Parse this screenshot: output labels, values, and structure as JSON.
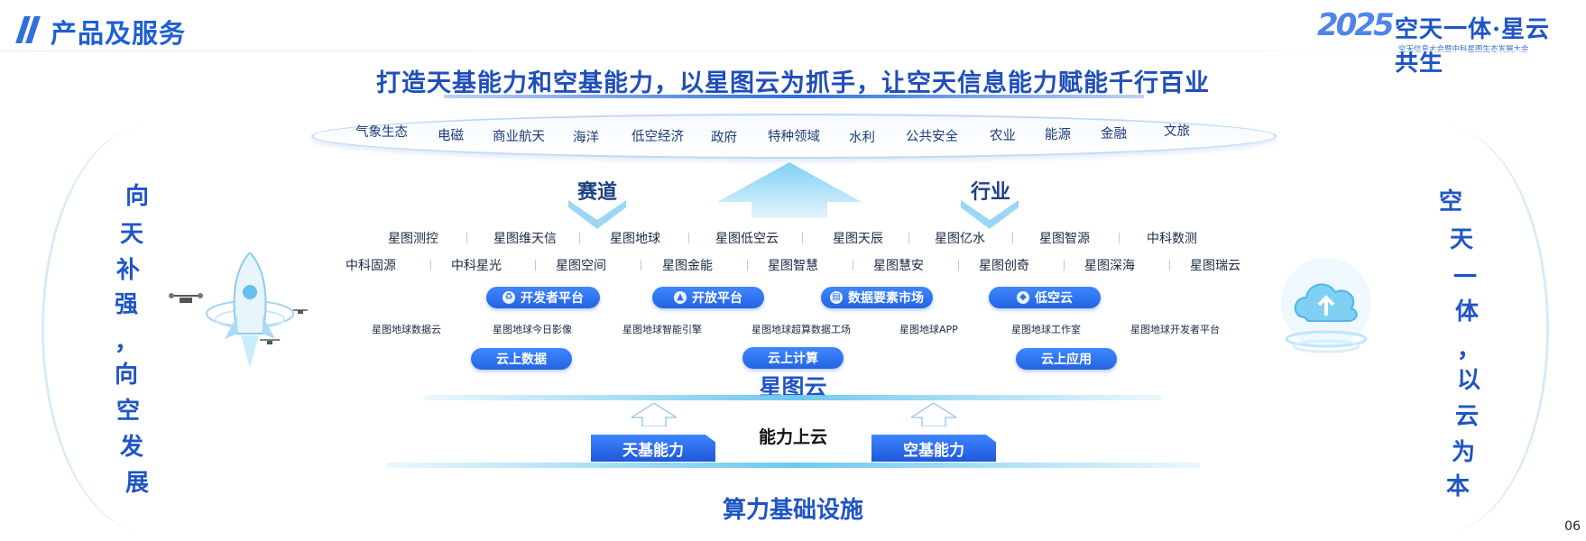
{
  "header": {
    "section_title": "产品及服务",
    "event_year": "2025",
    "event_slogan": "空天一体·星云共生",
    "event_subtitle": "空天信息大会暨中科星图生态发展大会"
  },
  "headline": "打造天基能力和空基能力，以星图云为抓手，让空天信息能力赋能千行百业",
  "industries": [
    "气象生态",
    "电磁",
    "商业航天",
    "海洋",
    "低空经济",
    "政府",
    "特种领域",
    "水利",
    "公共安全",
    "农业",
    "能源",
    "金融",
    "文旅"
  ],
  "side_left": [
    "向",
    "天",
    "补",
    "强",
    "，",
    "向",
    "空",
    "发",
    "展"
  ],
  "side_right": [
    "空",
    "天",
    "一",
    "体",
    "，",
    "以",
    "云",
    "为",
    "本"
  ],
  "tags": {
    "left": "赛道",
    "right": "行业"
  },
  "companies_row1": [
    "星图测控",
    "星图维天信",
    "星图地球",
    "星图低空云",
    "星图天辰",
    "星图亿水",
    "星图智源",
    "中科数测"
  ],
  "companies_row2": [
    "中科固源",
    "中科星光",
    "星图空间",
    "星图金能",
    "星图智慧",
    "星图慧安",
    "星图创奇",
    "星图深海",
    "星图瑞云"
  ],
  "platforms": [
    "开发者平台",
    "开放平台",
    "数据要素市场",
    "低空云"
  ],
  "products": [
    "星图地球数据云",
    "星图地球今日影像",
    "星图地球智能引擎",
    "星图地球超算数据工场",
    "星图地球APP",
    "星图地球工作室",
    "星图地球开发者平台"
  ],
  "cloud_layers": [
    "云上数据",
    "云上计算",
    "云上应用"
  ],
  "star_cloud": "星图云",
  "capabilities": {
    "left": "天基能力",
    "center": "能力上云",
    "right": "空基能力"
  },
  "base": "算力基础设施",
  "page_number": "06",
  "colors": {
    "brand_blue": "#1f55c4",
    "pill_blue": "#2d6fe8",
    "beam_cyan": "#6fc9ee"
  },
  "icons": {
    "developer": "recycle-icon",
    "open": "rocket-icon",
    "market": "database-icon",
    "lowalt": "cube-icon"
  }
}
